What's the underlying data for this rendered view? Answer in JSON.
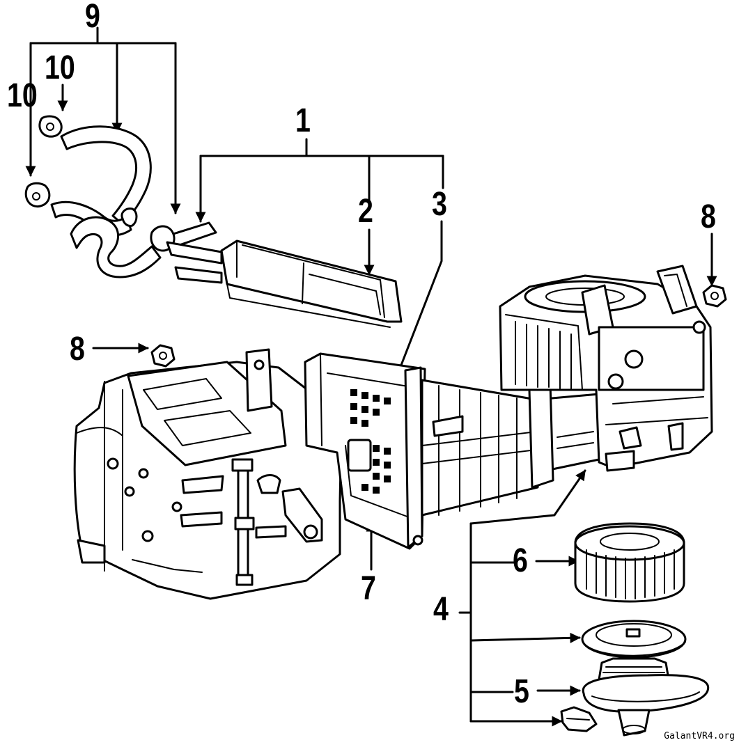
{
  "callouts": {
    "c1": "1",
    "c2": "2",
    "c3": "3",
    "c4": "4",
    "c5": "5",
    "c6": "6",
    "c7": "7",
    "c8_left": "8",
    "c8_right": "8",
    "c9": "9",
    "c10_upper": "10",
    "c10_lower": "10"
  },
  "watermark": "GalantVR4.org"
}
